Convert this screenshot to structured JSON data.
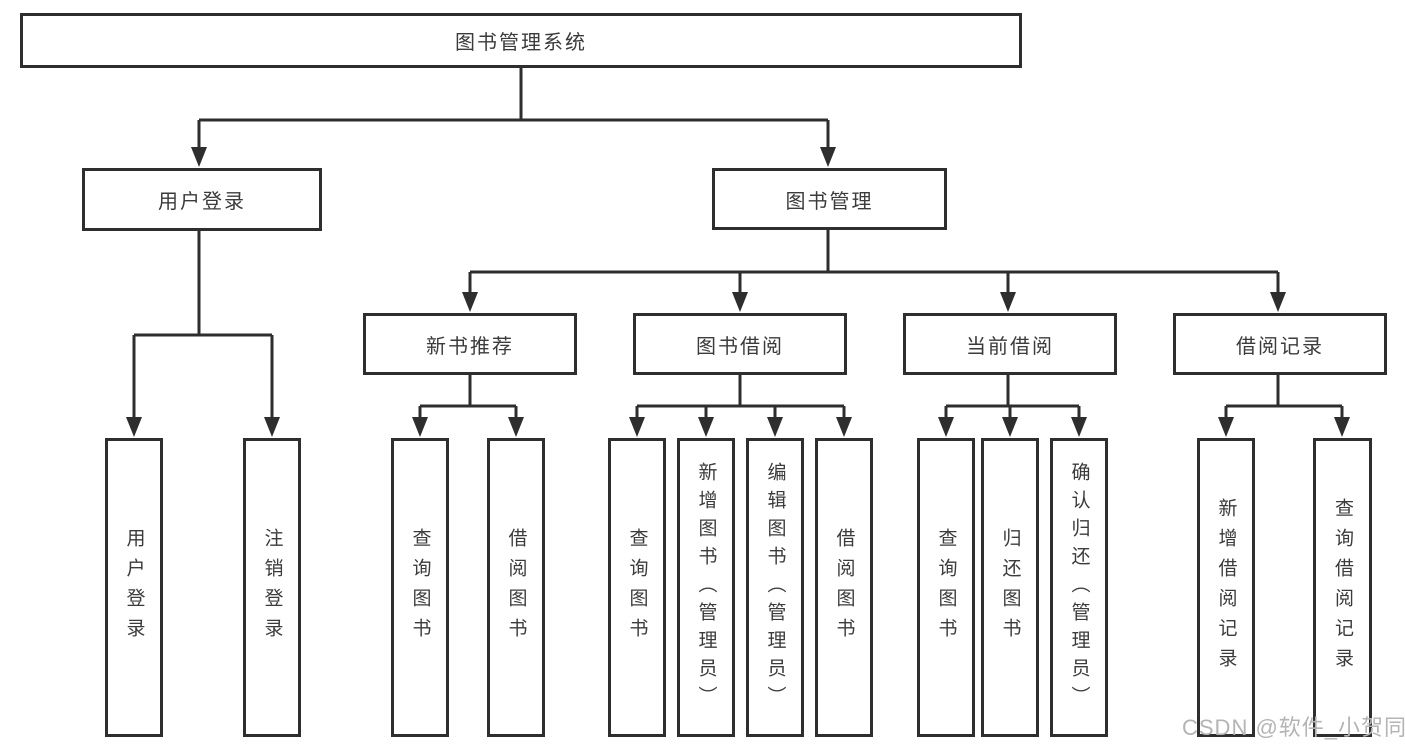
{
  "tree": {
    "root": "图书管理系统",
    "branches": [
      {
        "label": "用户登录",
        "children": [
          "用户登录",
          "注销登录"
        ]
      },
      {
        "label": "图书管理",
        "children": [
          {
            "label": "新书推荐",
            "children": [
              "查询图书",
              "借阅图书"
            ]
          },
          {
            "label": "图书借阅",
            "children": [
              "查询图书",
              "新增图书（管理员）",
              "编辑图书（管理员）",
              "借阅图书"
            ]
          },
          {
            "label": "当前借阅",
            "children": [
              "查询图书",
              "归还图书",
              "确认归还（管理员）"
            ]
          },
          {
            "label": "借阅记录",
            "children": [
              "新增借阅记录",
              "查询借阅记录"
            ]
          }
        ]
      }
    ]
  },
  "watermark": "CSDN @软件_小贺同学",
  "colors": {
    "line": "#2e2e2e",
    "box_border": "#2e2e2e",
    "box_fill": "#ffffff",
    "text": "#3b3b3b",
    "watermark": "#b4b4b4",
    "background": "#ffffff"
  }
}
